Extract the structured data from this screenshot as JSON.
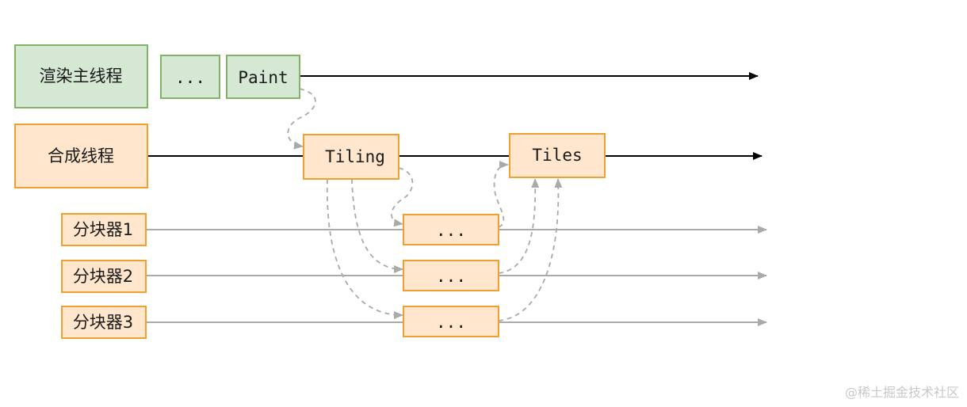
{
  "threads": {
    "main": "渲染主线程",
    "compositor": "合成线程",
    "raster1": "分块器1",
    "raster2": "分块器2",
    "raster3": "分块器3"
  },
  "tasks": {
    "main_ellipsis": "...",
    "paint": "Paint",
    "tiling": "Tiling",
    "tiles": "Tiles",
    "raster1_task": "...",
    "raster2_task": "...",
    "raster3_task": "..."
  },
  "watermark": "@稀土掘金技术社区",
  "colors": {
    "green_fill": "#d5e8d4",
    "green_stroke": "#82b366",
    "orange_fill": "#ffe6cc",
    "orange_stroke": "#f0a030",
    "timeline_main": "#000000",
    "timeline_raster": "#aaaaaa",
    "dashed_arrow": "#aaaaaa"
  }
}
